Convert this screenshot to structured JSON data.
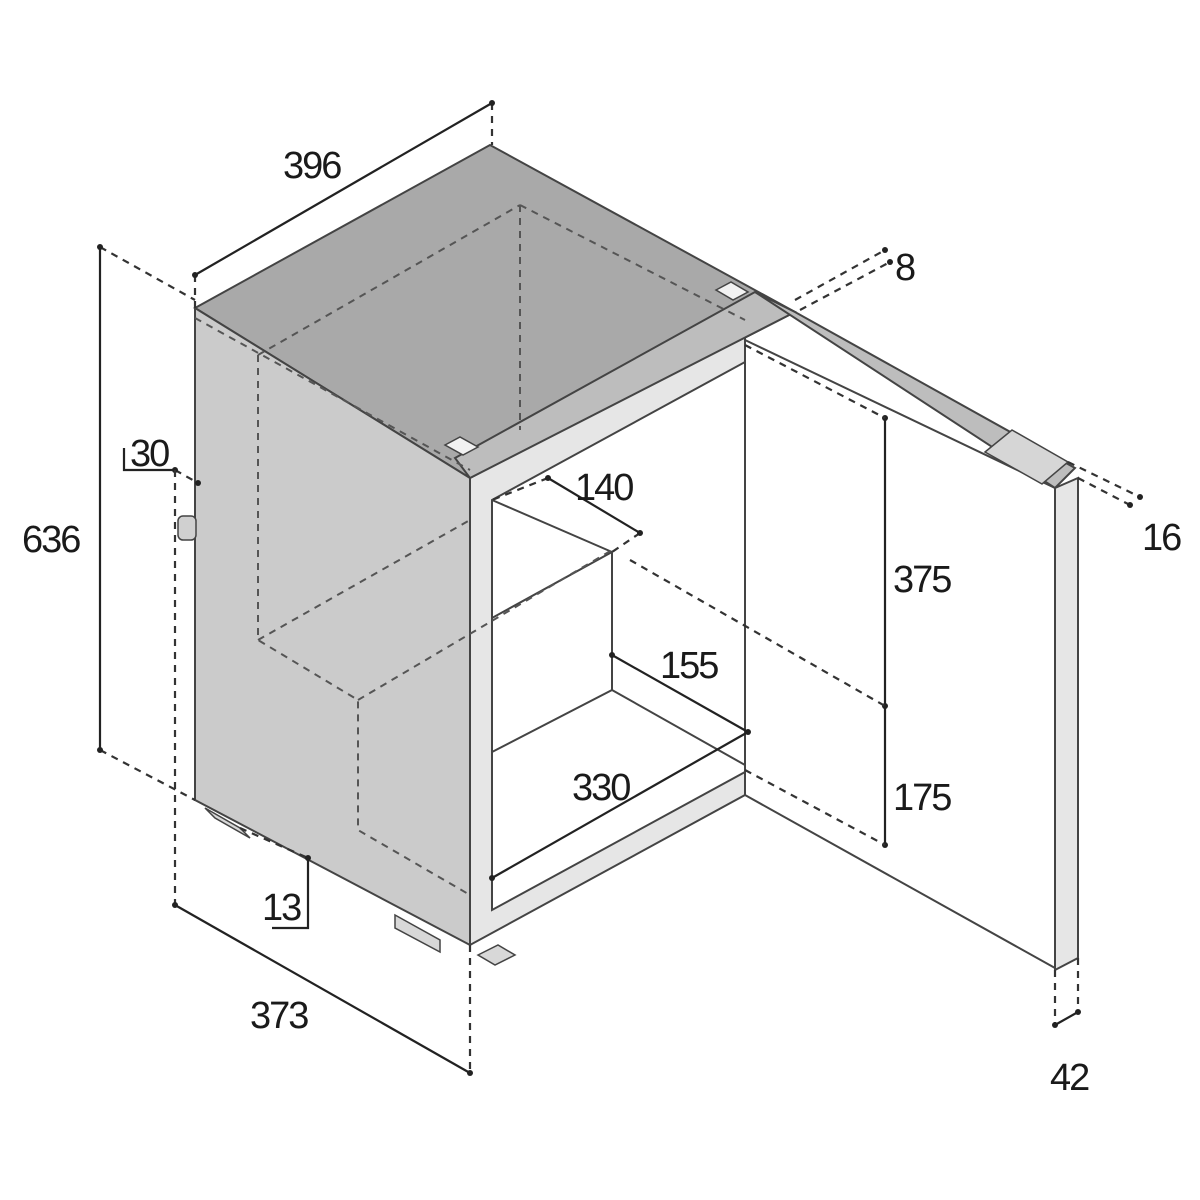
{
  "dimensions": {
    "top_depth": "396",
    "top_gap": "8",
    "left_offset": "30",
    "height_total": "636",
    "shelf_depth_upper": "140",
    "upper_compartment": "375",
    "shelf_depth_lower": "155",
    "lower_compartment": "175",
    "inner_width": "330",
    "foot_offset": "13",
    "outer_width": "373",
    "hinge_offset": "16",
    "door_thickness": "42"
  },
  "colors": {
    "body_grey": "#c9c9c9",
    "top_grey": "#a9a9a9",
    "line": "#444444"
  }
}
